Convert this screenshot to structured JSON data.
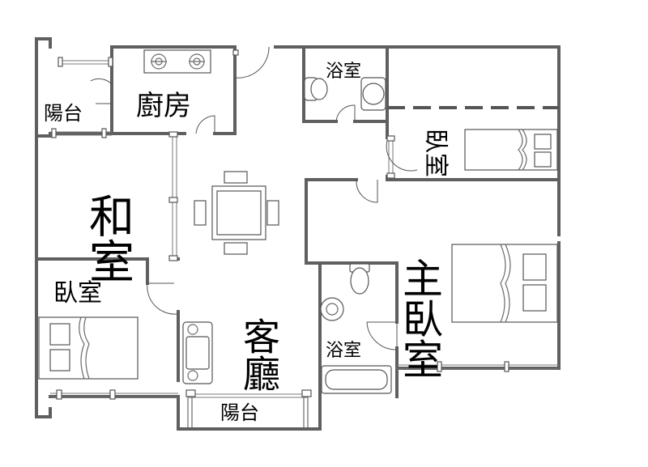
{
  "rooms": {
    "balcony_top": "陽台",
    "kitchen": "廚房",
    "japanese_room": "和室",
    "bedroom_left": "臥室",
    "living_room": "客廳",
    "balcony_bottom": "陽台",
    "bath_top": "浴室",
    "bath_bottom": "浴室",
    "master_bedroom": "主臥室",
    "bedroom_right": "臥室"
  }
}
